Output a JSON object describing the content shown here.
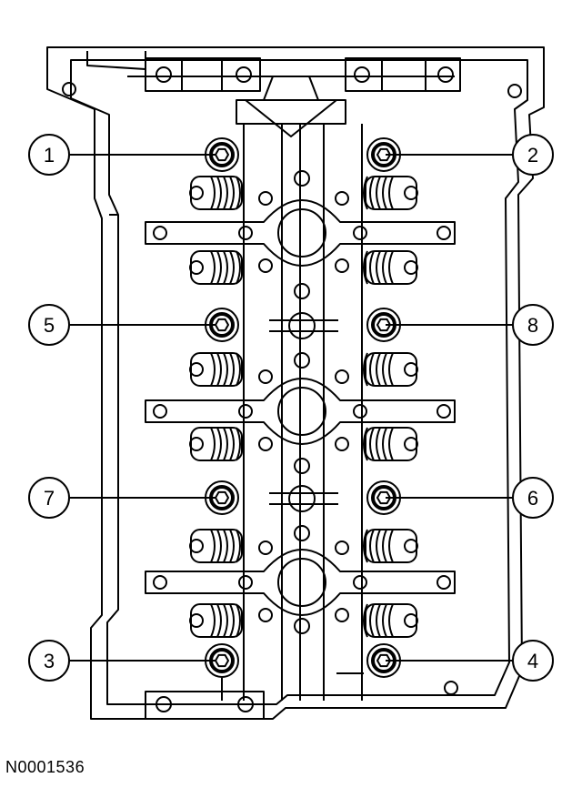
{
  "figure_id": "N0001536",
  "callouts": [
    {
      "id": "1",
      "label": "1"
    },
    {
      "id": "2",
      "label": "2"
    },
    {
      "id": "3",
      "label": "3"
    },
    {
      "id": "4",
      "label": "4"
    },
    {
      "id": "5",
      "label": "5"
    },
    {
      "id": "6",
      "label": "6"
    },
    {
      "id": "7",
      "label": "7"
    },
    {
      "id": "8",
      "label": "8"
    }
  ],
  "colors": {
    "line": "#000000",
    "background": "#ffffff"
  }
}
